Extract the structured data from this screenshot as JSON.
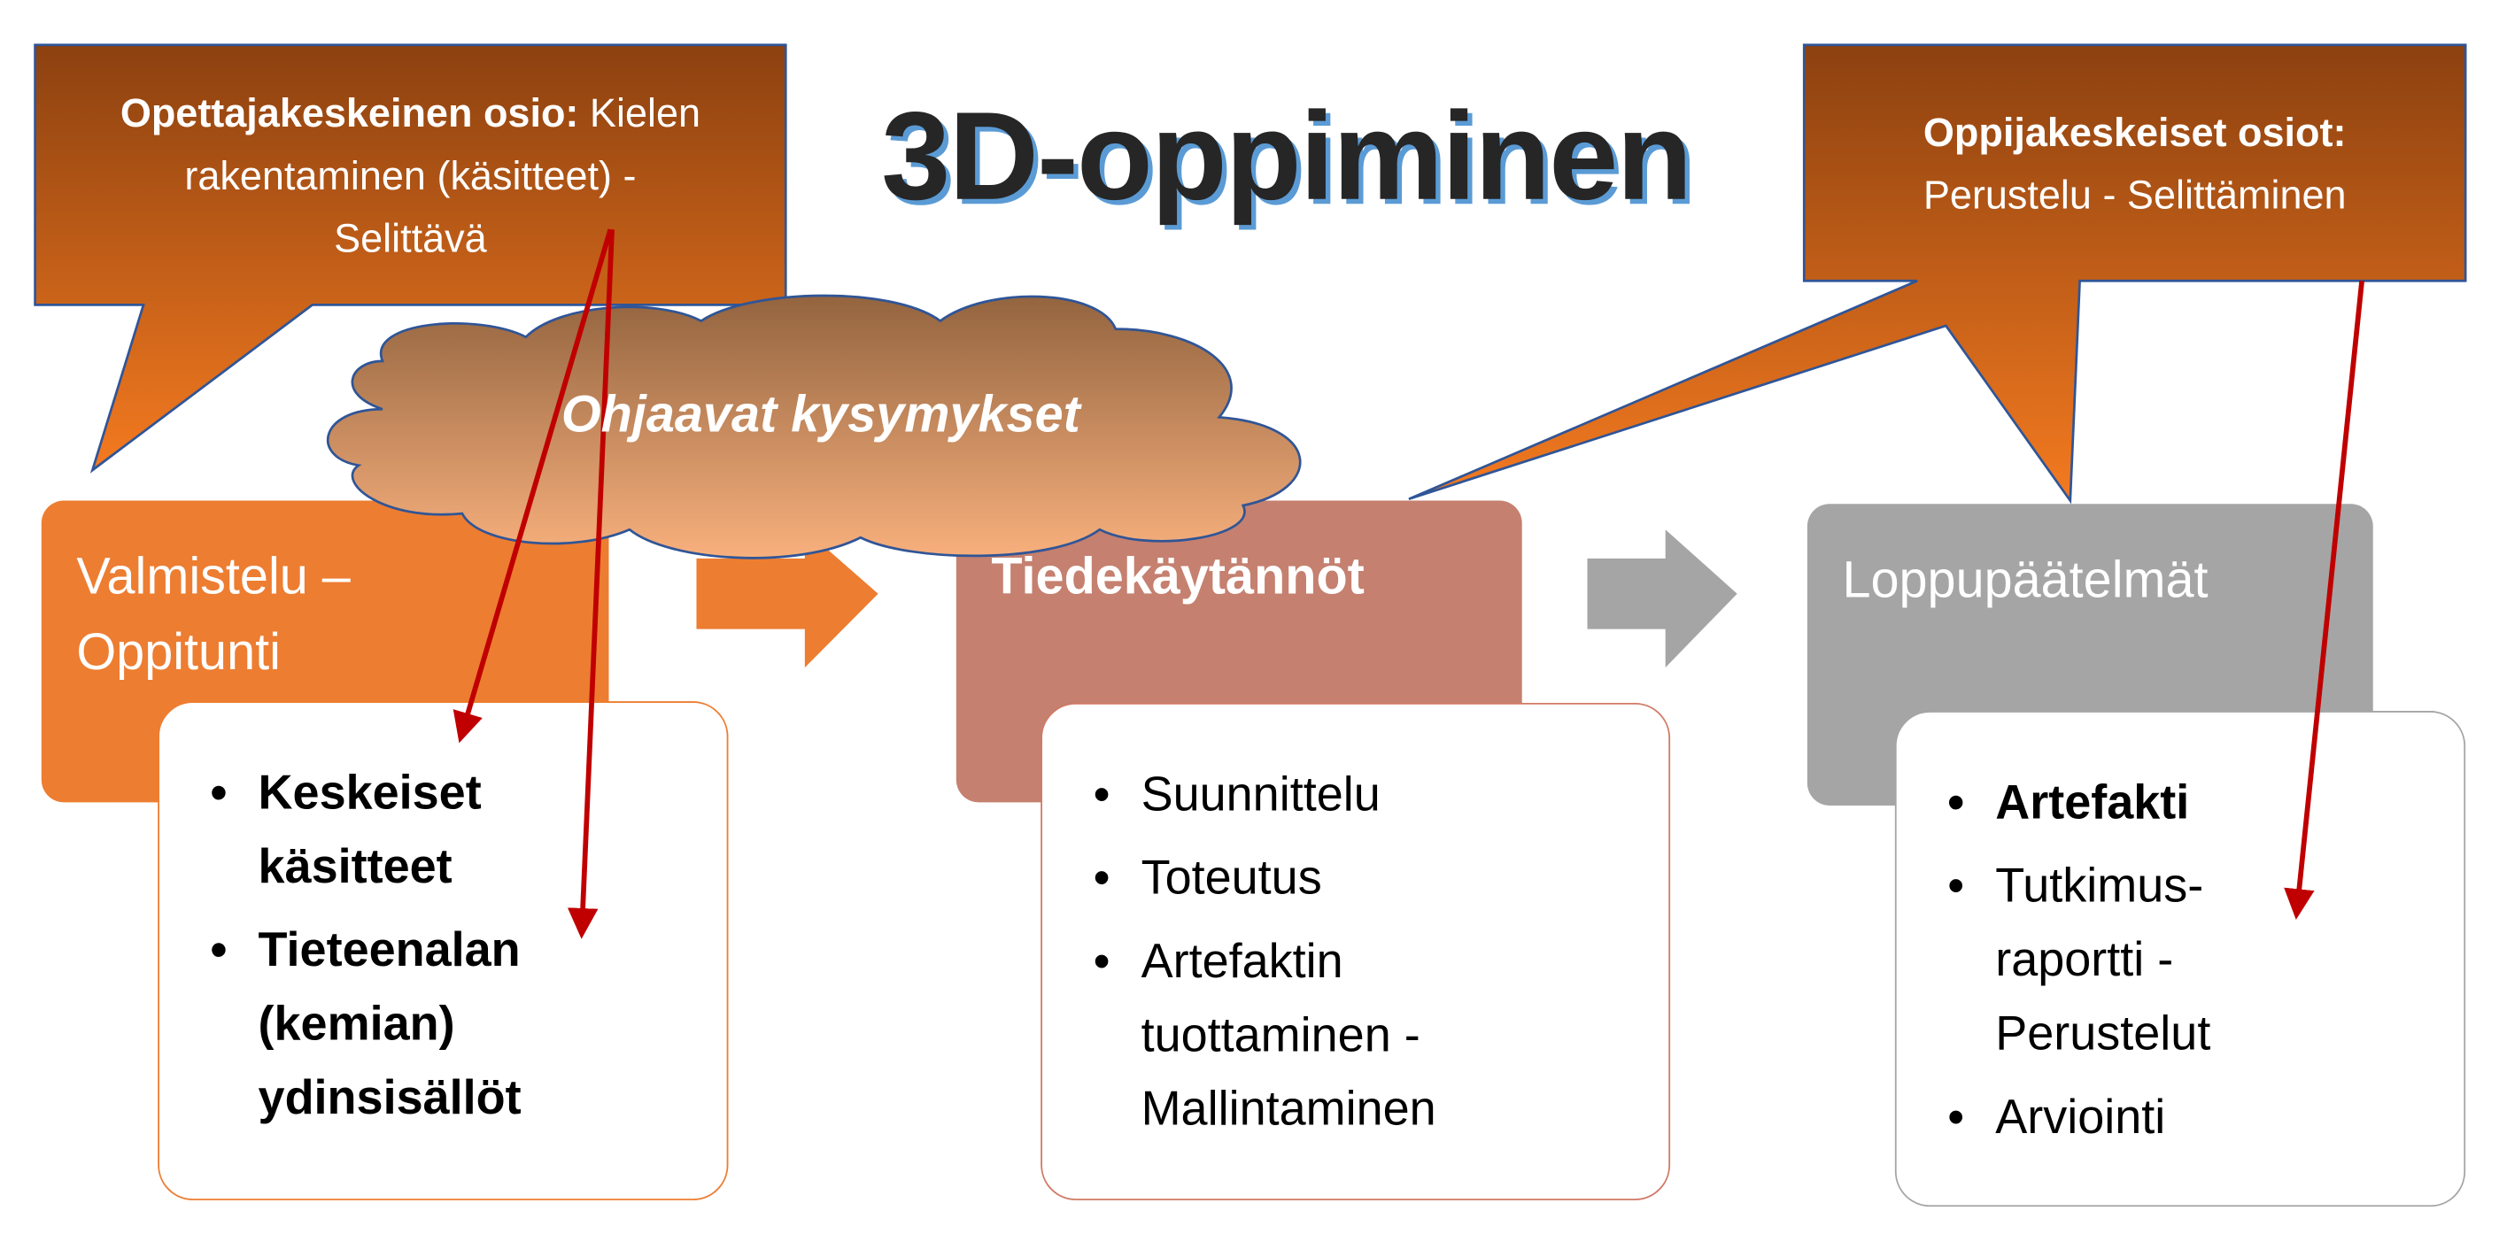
{
  "title": "3D-oppiminen",
  "teacher_callout": {
    "bold": "Opettajakeskeinen osio:",
    "rest": " Kielen",
    "line2": "rakentaminen (käsitteet) -",
    "line3": "Selittävä"
  },
  "learner_callout": {
    "bold": "Oppijakeskeiset osiot:",
    "line2": "Perustelu - Selittäminen"
  },
  "cloud": {
    "label": "Ohjaavat kysymykset"
  },
  "stages": [
    {
      "title_lines": [
        "Valmistelu –",
        "Oppitunti"
      ],
      "color": "#ED7D31",
      "items": [
        {
          "lines": [
            "Keskeiset",
            "käsitteet"
          ],
          "bold": true
        },
        {
          "lines": [
            "Tieteenalan",
            "(kemian)",
            "ydinsisällöt"
          ],
          "bold": true
        }
      ]
    },
    {
      "title_lines": [
        "Tiedekäytännöt"
      ],
      "color": "#C5806F",
      "items": [
        {
          "lines": [
            "Suunnittelu"
          ]
        },
        {
          "lines": [
            "Toteutus"
          ]
        },
        {
          "lines": [
            "Artefaktin",
            "tuottaminen -",
            "Mallintaminen"
          ]
        }
      ]
    },
    {
      "title_lines": [
        "Loppupäätelmät"
      ],
      "color": "#A5A5A5",
      "items": [
        {
          "lines": [
            "Artefakti"
          ],
          "bold": true
        },
        {
          "lines": [
            "Tutkimus-",
            "raportti -",
            "Perustelut"
          ]
        },
        {
          "lines": [
            "Arviointi"
          ]
        }
      ]
    }
  ],
  "colors": {
    "annotation_line": "#C00000",
    "callout_border": "#2F5597"
  }
}
